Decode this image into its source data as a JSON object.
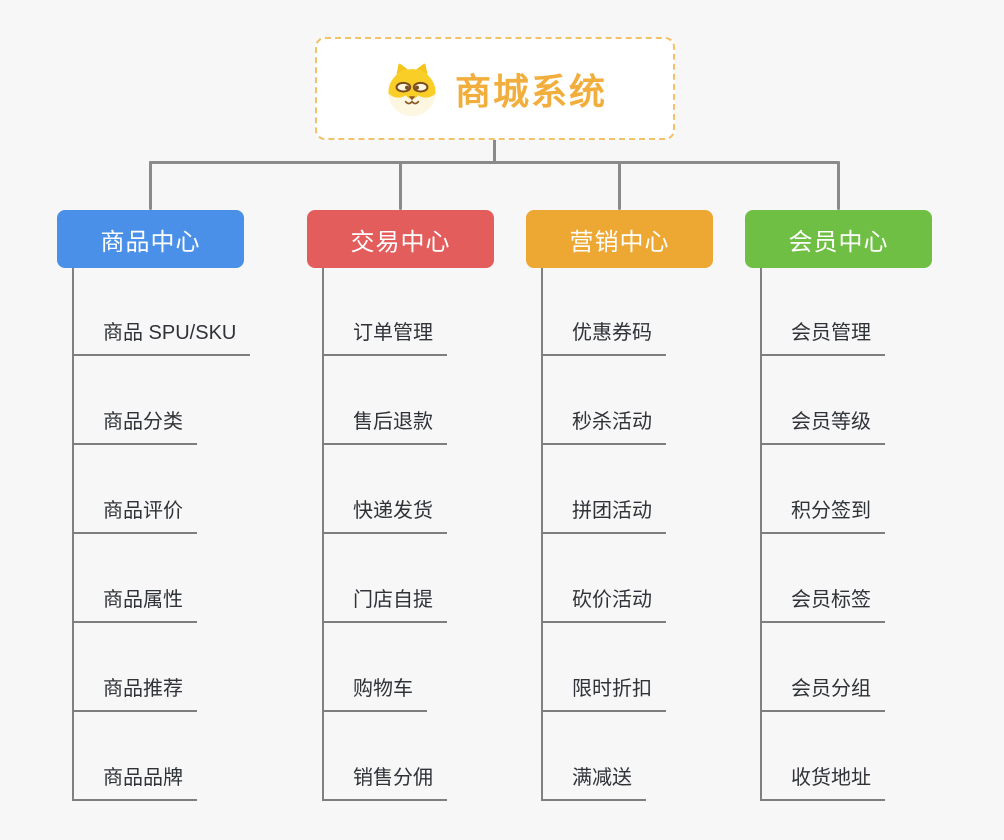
{
  "root": {
    "title": "商城系统",
    "icon": "dog-face-icon"
  },
  "colors": {
    "background": "#f7f7f7",
    "connector": "#8a8a8a",
    "underline": "#7e8e7e",
    "root_border": "#f2c16a",
    "root_title": "#f2ae3c",
    "item_text": "#2f3237"
  },
  "branches": [
    {
      "label": "商品中心",
      "color": "#4a90e8",
      "items": [
        "商品 SPU/SKU",
        "商品分类",
        "商品评价",
        "商品属性",
        "商品推荐",
        "商品品牌"
      ]
    },
    {
      "label": "交易中心",
      "color": "#e45d5d",
      "items": [
        "订单管理",
        "售后退款",
        "快递发货",
        "门店自提",
        "购物车",
        "销售分佣"
      ]
    },
    {
      "label": "营销中心",
      "color": "#eda733",
      "items": [
        "优惠券码",
        "秒杀活动",
        "拼团活动",
        "砍价活动",
        "限时折扣",
        "满减送"
      ]
    },
    {
      "label": "会员中心",
      "color": "#6fbf44",
      "items": [
        "会员管理",
        "会员等级",
        "积分签到",
        "会员标签",
        "会员分组",
        "收货地址"
      ]
    }
  ]
}
